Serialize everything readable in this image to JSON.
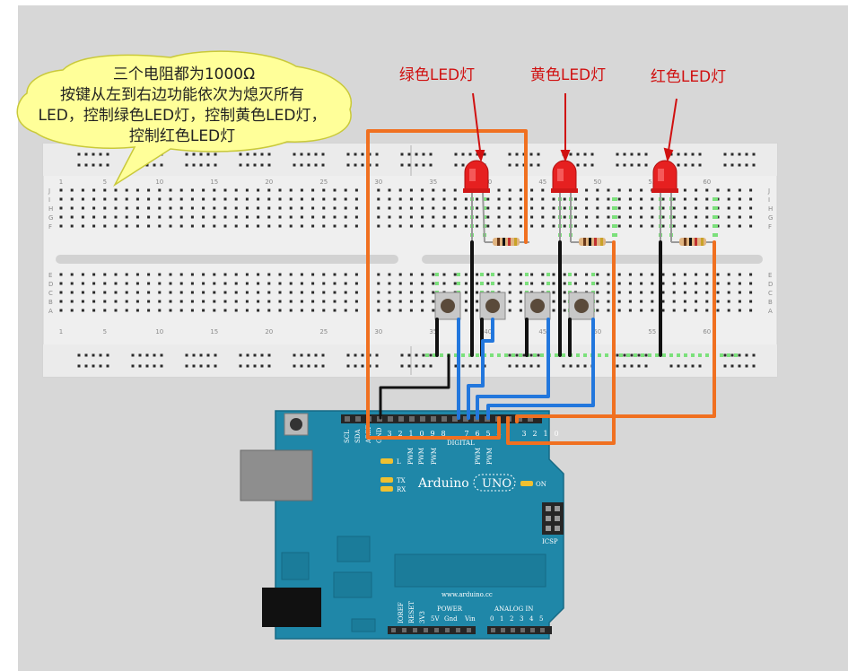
{
  "callout": {
    "lines": [
      "三个电阻都为1000Ω",
      "按键从左到右边功能依次为熄灭所有",
      "LED，控制绿色LED灯，控制黄色LED灯，",
      "控制红色LED灯"
    ]
  },
  "led_labels": [
    "绿色LED灯",
    "黄色LED灯",
    "红色LED灯"
  ],
  "breadboard": {
    "col_numbers": [
      "1",
      "5",
      "10",
      "15",
      "20",
      "25",
      "30",
      "35",
      "40",
      "45",
      "50",
      "55",
      "60"
    ],
    "row_letters_top": [
      "J",
      "I",
      "H",
      "G",
      "F"
    ],
    "row_letters_bottom": [
      "E",
      "D",
      "C",
      "B",
      "A"
    ]
  },
  "arduino": {
    "brand": "Arduino",
    "model": "UNO",
    "url": "www.arduino.cc",
    "on_label": "ON",
    "led_l": "L",
    "led_tx": "TX",
    "led_rx": "RX",
    "digital_label": "DIGITAL",
    "pin_labels": [
      "3",
      "2",
      "1",
      "0",
      "9",
      "8",
      "7",
      "6",
      "5",
      "4",
      "3",
      "2",
      "1",
      "0"
    ],
    "pin_header_left": [
      "SCL",
      "SDA",
      "AREF",
      "GND"
    ],
    "pwm_labels": [
      "PWM",
      "PWM",
      "PWM",
      "PWM",
      "PWM"
    ],
    "icsp_label": "ICSP",
    "power_label": "POWER",
    "analog_label": "ANALOG IN",
    "power_pins": [
      "IOREF",
      "RESET",
      "3V3",
      "5V",
      "Gnd",
      "Vin"
    ],
    "analog_pins": [
      "0",
      "1",
      "2",
      "3",
      "4",
      "5"
    ]
  },
  "colors": {
    "background": "#d7d7d7",
    "breadboard": "#efefef",
    "board": "#1f87a8",
    "wire_orange": "#f07020",
    "wire_blue": "#2277dd",
    "wire_black": "#111111",
    "led": "#e62020",
    "callout_fill": "#ffff99",
    "led_label": "#d01010"
  }
}
